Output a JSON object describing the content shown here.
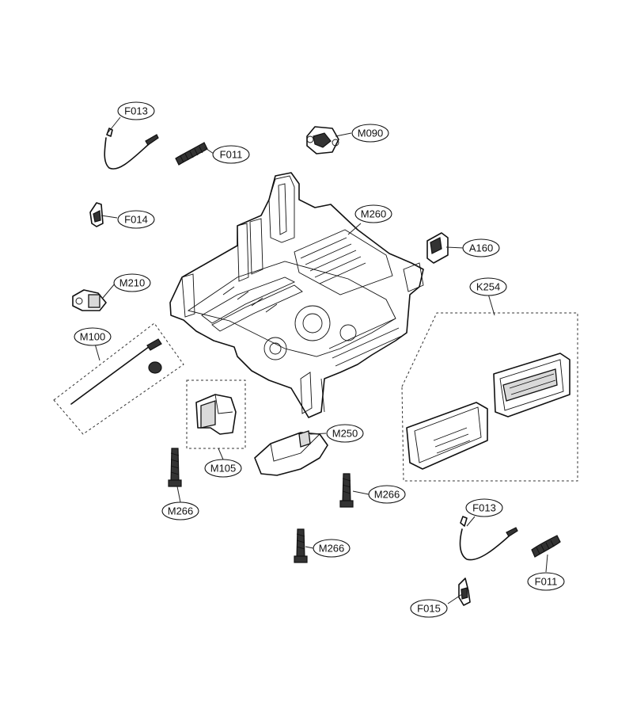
{
  "callouts": {
    "f013_top": "F013",
    "f011_top": "F011",
    "m090": "M090",
    "f014": "F014",
    "m260": "M260",
    "a160": "A160",
    "m210": "M210",
    "k254": "K254",
    "m100": "M100",
    "m250": "M250",
    "m105": "M105",
    "m266_left": "M266",
    "m266_mid": "M266",
    "m266_low": "M266",
    "f013_bottom": "F013",
    "f011_bottom": "F011",
    "f015": "F015"
  }
}
